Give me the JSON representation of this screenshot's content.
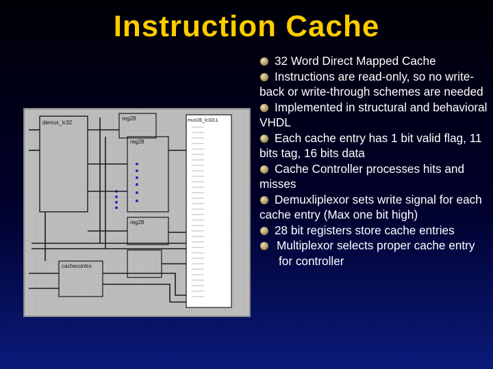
{
  "slide": {
    "title": "Instruction Cache",
    "bullets": [
      "32 Word Direct Mapped Cache",
      "Instructions are read-only, so no write-back or write-through schemes are needed",
      "Implemented in structural and behavioral VHDL",
      "Each cache entry has 1 bit valid flag, 11 bits tag, 16 bits data",
      "Cache Controller processes hits and misses",
      "Demuxliplexor sets write signal for each cache entry (Max one bit high)",
      "28 bit registers store cache entries",
      "Multiplexor selects proper cache entry for controller"
    ]
  },
  "schematic": {
    "labels": {
      "demux": "demux_lc32",
      "reg_top": "reg28",
      "reg_mid": "reg28",
      "reg_low": "reg28",
      "mux": "mux28_lc32LL",
      "controller": "cachecontro"
    },
    "colors": {
      "background": "#bcbcbc",
      "wire": "#1a1a1a",
      "dots": "#2a2ac0"
    }
  },
  "colors": {
    "title": "#ffcc00",
    "text": "#ffffff",
    "background_top": "#000006",
    "background_bottom": "#0a1a7a"
  }
}
